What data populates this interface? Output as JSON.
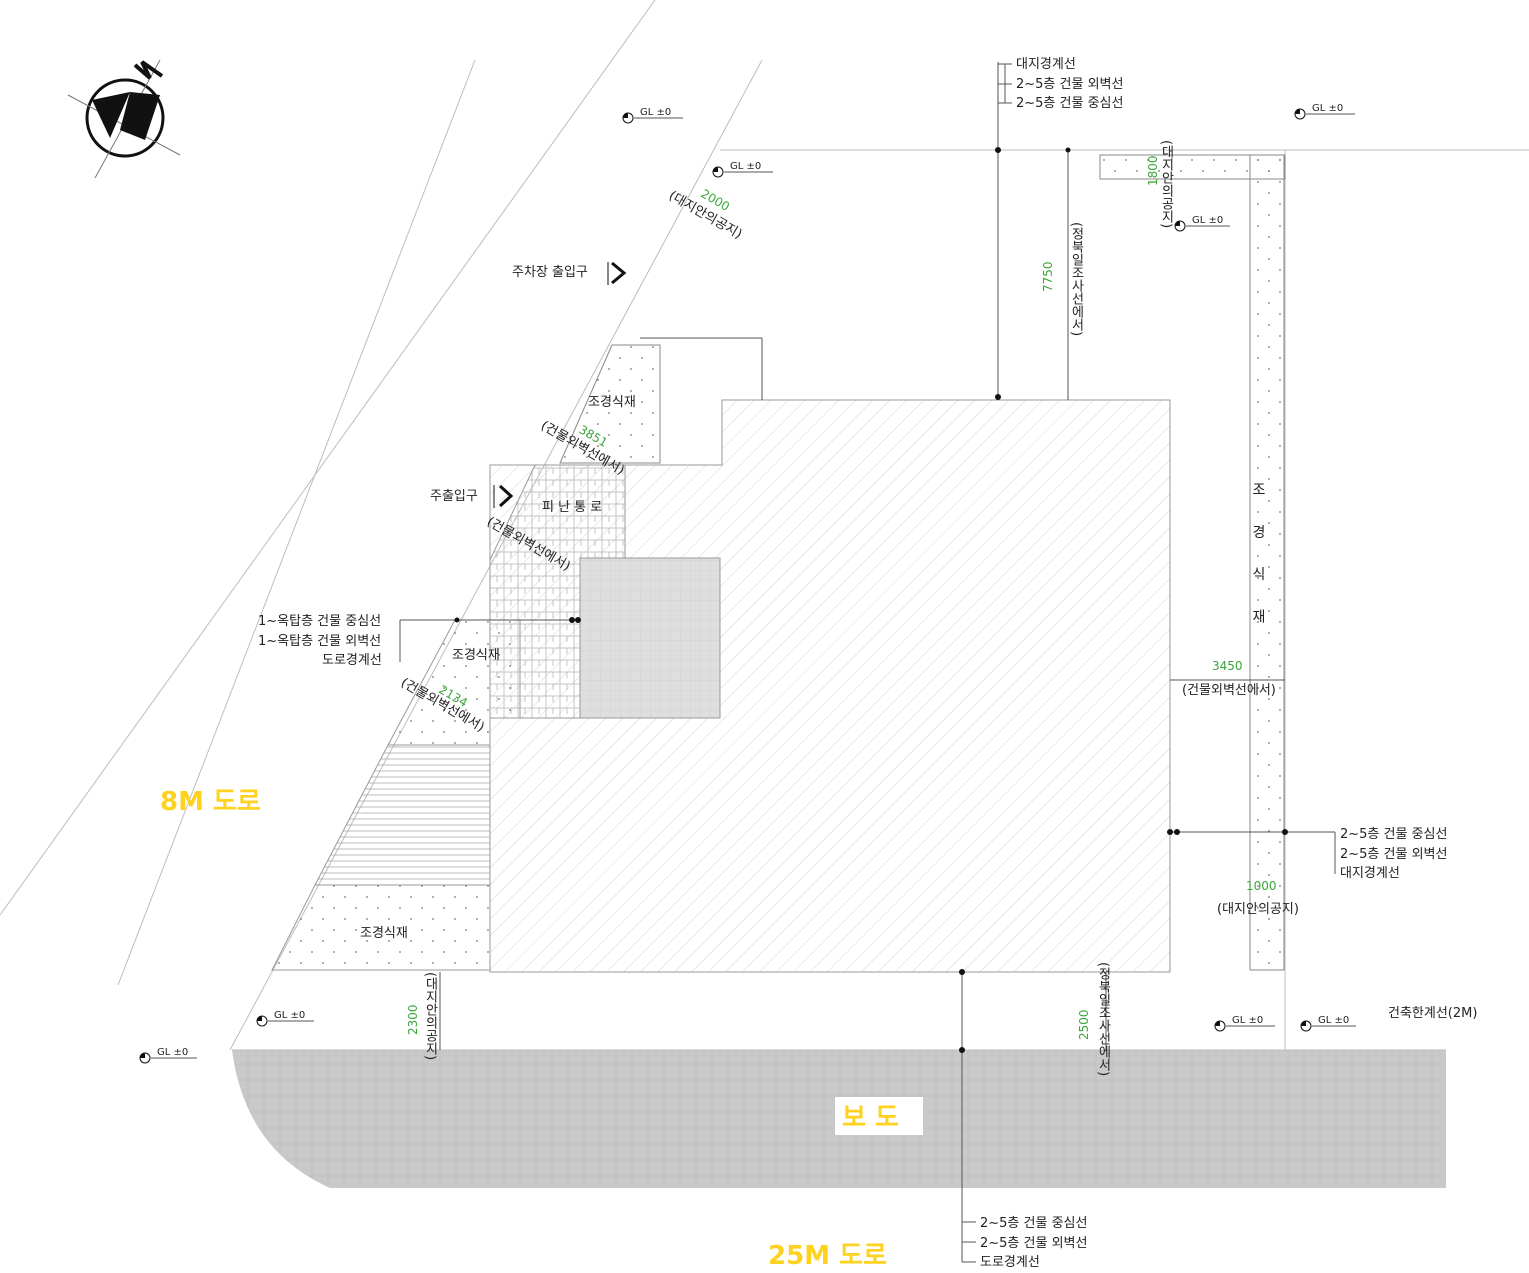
{
  "roads": {
    "road_8m": "8M 도로",
    "road_25m": "25M 도로",
    "sidewalk": "보 도"
  },
  "labels": {
    "parking_entrance": "주차장 출입구",
    "main_entrance": "주출입구",
    "evacuation_path": "피 난 통 로",
    "landscaping": "조경식재",
    "landscaping_vertical": "조 경 식 재",
    "building_limit_line": "건축한계선(2M)"
  },
  "top_callout": [
    "대지경계선",
    "2~5층 건물 외벽선",
    "2~5층 건물 중심선"
  ],
  "left_callout": [
    "1~옥탑층 건물 중심선",
    "1~옥탑층 건물 외벽선",
    "도로경계선"
  ],
  "right_callout": [
    "2~5층 건물 중심선",
    "2~5층 건물 외벽선",
    "대지경계선"
  ],
  "bottom_callout": [
    "2~5층 건물 중심선",
    "2~5층 건물 외벽선",
    "도로경계선"
  ],
  "dimensions": {
    "d7750": "7750",
    "d3450": "3450",
    "d1000": "1000",
    "d2300": "2300",
    "d2000_top": "2000",
    "d2134": "2134",
    "d3851": "3851",
    "d1800": "1800",
    "d2500": "2500"
  },
  "notes": {
    "from_wall": "(건물외벽선에서)",
    "open_space": "(대지안의공지)",
    "sunlight": "(정북일조사선에서)"
  },
  "gl": "GL ±0"
}
